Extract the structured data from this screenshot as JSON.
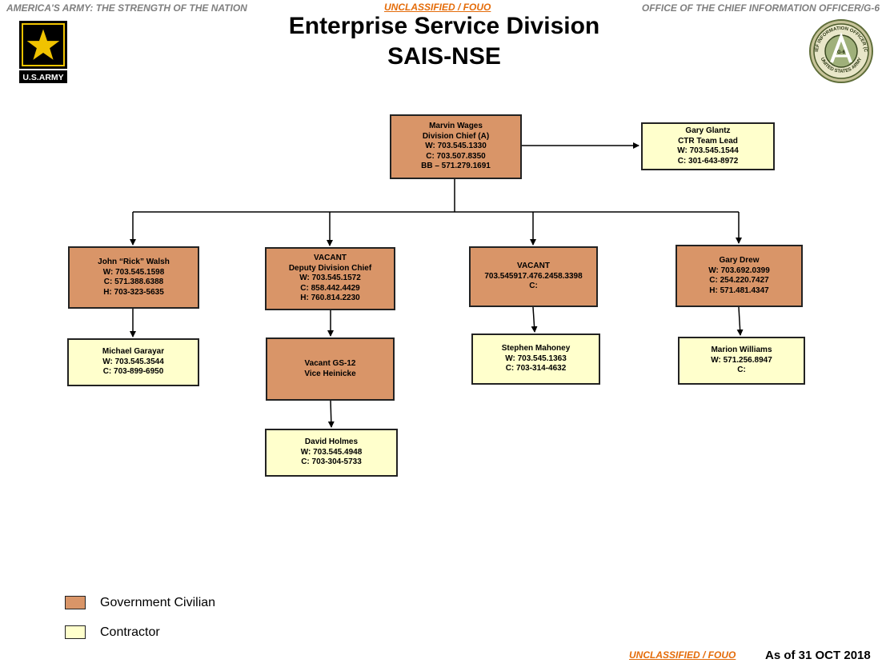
{
  "header": {
    "left": "AMERICA'S ARMY: THE STRENGTH OF THE NATION",
    "classification": "UNCLASSIFIED / FOUO",
    "right": "OFFICE OF THE CHIEF INFORMATION OFFICER/G-6"
  },
  "title": {
    "line1": "Enterprise Service Division",
    "line2": "SAIS-NSE"
  },
  "logos": {
    "army_logo": "U.S.ARMY",
    "army_logo_mark": "®",
    "seal_top": "CHIEF INFORMATION OFFICER (CIO)",
    "seal_bottom": "UNITED STATES ARMY",
    "seal_center": "G-6"
  },
  "colors": {
    "government_civilian": "#d99568",
    "contractor": "#ffffcc",
    "classification": "#e46c0a"
  },
  "org": {
    "chief": [
      "Marvin Wages",
      "Division Chief (A)",
      "W: 703.545.1330",
      "C: 703.507.8350",
      "BB – 571.279.1691"
    ],
    "ctr_lead": [
      "Gary Glantz",
      "CTR Team Lead",
      "W: 703.545.1544",
      "C: 301-643-8972"
    ],
    "walsh": [
      "John “Rick” Walsh",
      "W: 703.545.1598",
      "C: 571.388.6388",
      "H: 703-323-5635"
    ],
    "deputy": [
      "VACANT",
      "Deputy Division Chief",
      "W: 703.545.1572",
      "C: 858.442.4429",
      "H: 760.814.2230"
    ],
    "vacant3": [
      "VACANT",
      "703.545917.476.2458.3398",
      "C:"
    ],
    "drew": [
      "Gary Drew",
      "W: 703.692.0399",
      "C: 254.220.7427",
      "H: 571.481.4347"
    ],
    "garayar": [
      "Michael Garayar",
      "W: 703.545.3544",
      "C: 703-899-6950"
    ],
    "gs12": [
      "Vacant GS-12",
      "Vice Heinicke"
    ],
    "mahoney": [
      "Stephen Mahoney",
      "W: 703.545.1363",
      "C: 703-314-4632"
    ],
    "williams": [
      "Marion Williams",
      "W:  571.256.8947",
      "C:"
    ],
    "holmes": [
      "David Holmes",
      "W: 703.545.4948",
      "C: 703-304-5733"
    ]
  },
  "legend": {
    "government_civilian": "Government Civilian",
    "contractor": "Contractor"
  },
  "footer": {
    "classification": "UNCLASSIFIED / FOUO",
    "as_of": "As of 31 OCT 2018"
  }
}
